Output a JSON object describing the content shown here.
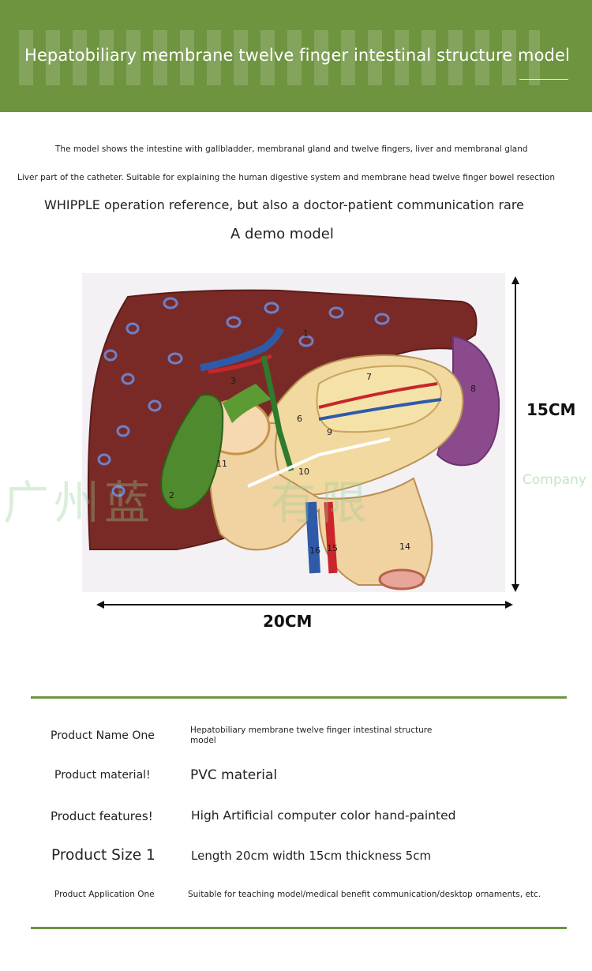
{
  "header": {
    "title": "Hepatobiliary membrane twelve finger intestinal structure model"
  },
  "description": {
    "line1": "The model shows the intestine with gallbladder, membranal gland and twelve fingers, liver and membranal gland",
    "line2": "Liver part of the catheter. Suitable for explaining the human digestive system and membrane head twelve finger bowel resection",
    "line3": "WHIPPLE operation reference, but also a doctor-patient communication rare",
    "line4": "A demo model"
  },
  "product_image": {
    "numbers": [
      "1",
      "2",
      "3",
      "6",
      "7",
      "8",
      "9",
      "10",
      "11",
      "14",
      "15",
      "16"
    ]
  },
  "dimensions": {
    "height_label": "15CM",
    "width_label": "20CM"
  },
  "watermark": {
    "text": "广州蓝",
    "text2": "有限",
    "company": "Company"
  },
  "specs": [
    {
      "label": "Product Name One",
      "value": "Hepatobiliary membrane twelve finger intestinal structure model"
    },
    {
      "label": "Product material!",
      "value": "PVC material"
    },
    {
      "label": "Product features!",
      "value": "High Artificial computer color hand-painted"
    },
    {
      "label": "Product Size 1",
      "value": "Length 20cm width 15cm thickness 5cm"
    },
    {
      "label": "Product Application One",
      "value": "Suitable for teaching model/medical benefit communication/desktop ornaments, etc."
    }
  ],
  "colors": {
    "accent_green": "#6e9440",
    "liver": "#7a2a26",
    "gallbladder": "#4f8a2e",
    "pancreas": "#f1d9a0",
    "spleen": "#8b4a8c",
    "artery": "#c8262a",
    "vein": "#2f5aa8"
  }
}
